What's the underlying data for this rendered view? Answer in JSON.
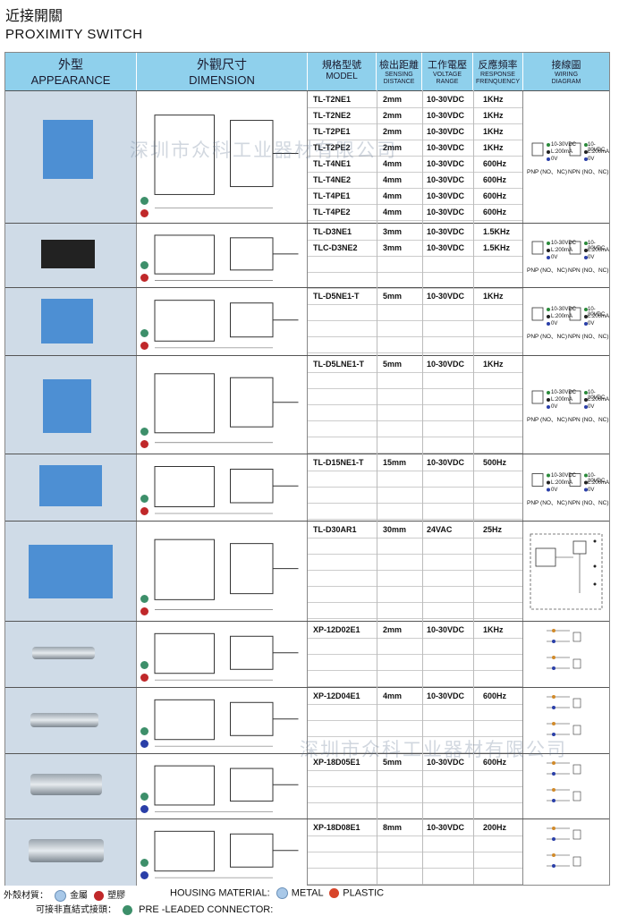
{
  "title": {
    "zh": "近接開關",
    "en": "PROXIMITY SWITCH"
  },
  "headers": {
    "appearance": {
      "zh": "外型",
      "en": "APPEARANCE"
    },
    "dimension": {
      "zh": "外觀尺寸",
      "en": "DIMENSION"
    },
    "model": {
      "zh": "規格型號",
      "en": "MODEL"
    },
    "sensing": {
      "zh": "檢出距離",
      "en1": "SENSING",
      "en2": "DISTANCE"
    },
    "voltage": {
      "zh": "工作電壓",
      "en1": "VOLTAGE",
      "en2": "RANGE"
    },
    "response": {
      "zh": "反應頻率",
      "en1": "RESPONSE",
      "en2": "FRENQUENCY"
    },
    "wiring": {
      "zh": "接線圖",
      "en1": "WIRING",
      "en2": "DIAGRAM"
    }
  },
  "rows": [
    {
      "specs": [
        {
          "model": "TL-T2NE1",
          "dist": "2mm",
          "volt": "10-30VDC",
          "freq": "1KHz"
        },
        {
          "model": "TL-T2NE2",
          "dist": "2mm",
          "volt": "10-30VDC",
          "freq": "1KHz"
        },
        {
          "model": "TL-T2PE1",
          "dist": "2mm",
          "volt": "10-30VDC",
          "freq": "1KHz"
        },
        {
          "model": "TL-T2PE2",
          "dist": "2mm",
          "volt": "10-30VDC",
          "freq": "1KHz"
        },
        {
          "model": "TL-T4NE1",
          "dist": "4mm",
          "volt": "10-30VDC",
          "freq": "600Hz"
        },
        {
          "model": "TL-T4NE2",
          "dist": "4mm",
          "volt": "10-30VDC",
          "freq": "600Hz"
        },
        {
          "model": "TL-T4PE1",
          "dist": "4mm",
          "volt": "10-30VDC",
          "freq": "600Hz"
        },
        {
          "model": "TL-T4PE2",
          "dist": "4mm",
          "volt": "10-30VDC",
          "freq": "600Hz"
        }
      ]
    },
    {
      "specs": [
        {
          "model": "TL-D3NE1",
          "dist": "3mm",
          "volt": "10-30VDC",
          "freq": "1.5KHz"
        },
        {
          "model": "TLC-D3NE2",
          "dist": "3mm",
          "volt": "10-30VDC",
          "freq": "1.5KHz"
        }
      ]
    },
    {
      "specs": [
        {
          "model": "TL-D5NE1-T",
          "dist": "5mm",
          "volt": "10-30VDC",
          "freq": "1KHz"
        }
      ]
    },
    {
      "specs": [
        {
          "model": "TL-D5LNE1-T",
          "dist": "5mm",
          "volt": "10-30VDC",
          "freq": "1KHz"
        }
      ]
    },
    {
      "specs": [
        {
          "model": "TL-D15NE1-T",
          "dist": "15mm",
          "volt": "10-30VDC",
          "freq": "500Hz"
        }
      ]
    },
    {
      "specs": [
        {
          "model": "TL-D30AR1",
          "dist": "30mm",
          "volt": "24VAC",
          "freq": "25Hz"
        }
      ]
    },
    {
      "specs": [
        {
          "model": "XP-12D02E1",
          "dist": "2mm",
          "volt": "10-30VDC",
          "freq": "1KHz"
        }
      ]
    },
    {
      "specs": [
        {
          "model": "XP-12D04E1",
          "dist": "4mm",
          "volt": "10-30VDC",
          "freq": "600Hz"
        }
      ]
    },
    {
      "specs": [
        {
          "model": "XP-18D05E1",
          "dist": "5mm",
          "volt": "10-30VDC",
          "freq": "600Hz"
        }
      ]
    },
    {
      "specs": [
        {
          "model": "XP-18D08E1",
          "dist": "8mm",
          "volt": "10-30VDC",
          "freq": "200Hz"
        }
      ]
    }
  ],
  "wiring_labels": {
    "pnp": "PNP (NO、NC)",
    "npn": "NPN (NO、NC)",
    "v": "10-30VDC",
    "load": "L:200mA",
    "zero": "0V"
  },
  "watermark": "深圳市众科工业器材有限公司",
  "legend": {
    "housing_zh": "外殼材質：",
    "metal_zh": "金屬",
    "plastic_zh": "塑膠",
    "housing_en": "HOUSING MATERIAL:",
    "metal_en": "METAL",
    "plastic_en": "PLASTIC",
    "connector_zh": "可接非直結式接頭：",
    "connector_en": "PRE -LEADED CONNECTOR:"
  },
  "colors": {
    "header": "#8fd0ec",
    "sensor": "#4d8fd3",
    "metal": "#a8c8e8",
    "plastic": "#c0282a",
    "connector": "#3d8f6a"
  }
}
